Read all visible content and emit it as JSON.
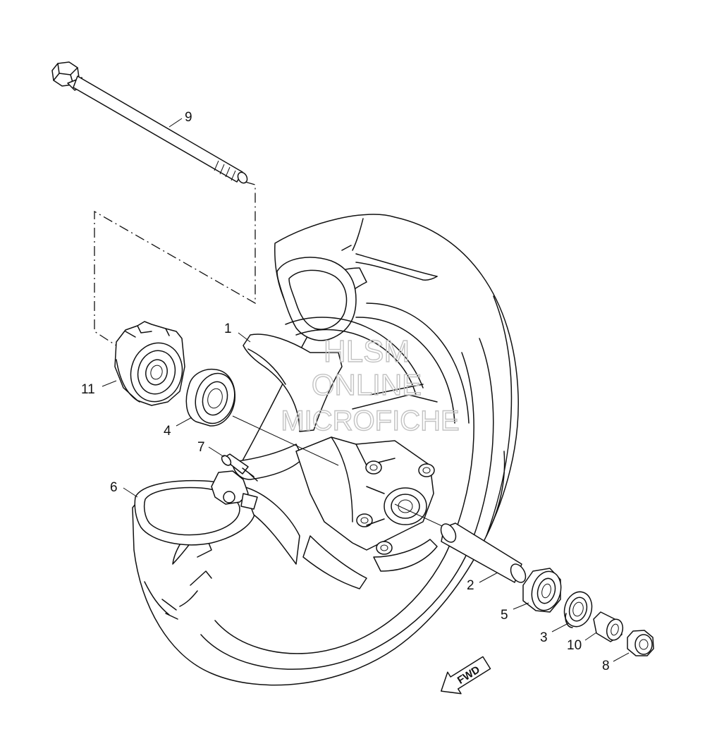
{
  "watermark": {
    "line1": "HLSM",
    "line2": "ONLINE",
    "line3": "MICROFICHE",
    "color": "#c2c2c2"
  },
  "direction_marker": {
    "label": "FWD"
  },
  "callouts": [
    {
      "id": "callout-1",
      "number": "1",
      "part": "tire"
    },
    {
      "id": "callout-2",
      "number": "2",
      "part": "collar"
    },
    {
      "id": "callout-3",
      "number": "3",
      "part": "oil seal"
    },
    {
      "id": "callout-4",
      "number": "4",
      "part": "bearing"
    },
    {
      "id": "callout-5",
      "number": "5",
      "part": "bearing"
    },
    {
      "id": "callout-6",
      "number": "6",
      "part": "cast wheel"
    },
    {
      "id": "callout-7",
      "number": "7",
      "part": "valve"
    },
    {
      "id": "callout-8",
      "number": "8",
      "part": "nut"
    },
    {
      "id": "callout-9",
      "number": "9",
      "part": "wheel axle"
    },
    {
      "id": "callout-10",
      "number": "10",
      "part": "collar"
    },
    {
      "id": "callout-11",
      "number": "11",
      "part": "speedometer gear unit"
    }
  ]
}
